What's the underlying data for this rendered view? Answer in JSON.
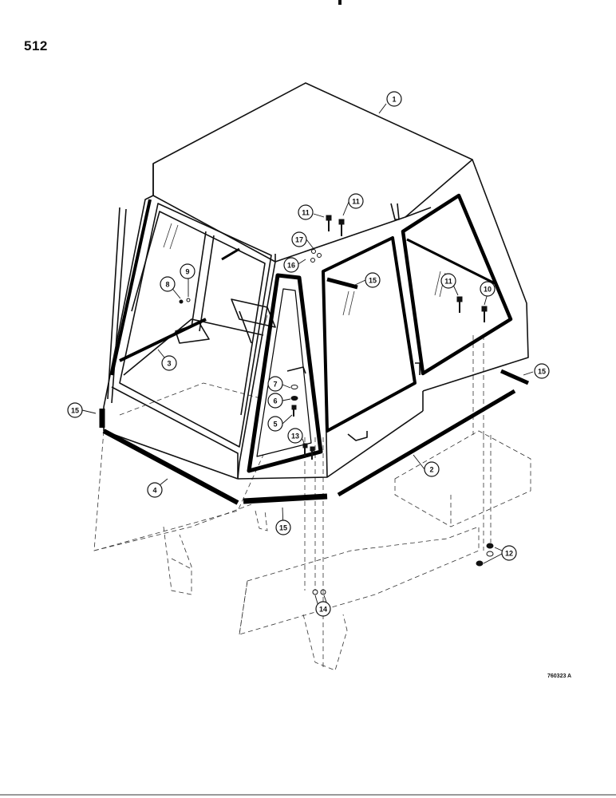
{
  "page": {
    "number": "512",
    "figure_code": "760323 A"
  },
  "callouts": [
    {
      "id": "c1",
      "label": "1"
    },
    {
      "id": "c2",
      "label": "2"
    },
    {
      "id": "c3",
      "label": "3"
    },
    {
      "id": "c4",
      "label": "4"
    },
    {
      "id": "c5",
      "label": "5"
    },
    {
      "id": "c6",
      "label": "6"
    },
    {
      "id": "c7",
      "label": "7"
    },
    {
      "id": "c8",
      "label": "8"
    },
    {
      "id": "c9",
      "label": "9"
    },
    {
      "id": "c10",
      "label": "10"
    },
    {
      "id": "c11a",
      "label": "11"
    },
    {
      "id": "c11b",
      "label": "11"
    },
    {
      "id": "c11c",
      "label": "11"
    },
    {
      "id": "c12",
      "label": "12"
    },
    {
      "id": "c13",
      "label": "13"
    },
    {
      "id": "c14",
      "label": "14"
    },
    {
      "id": "c15a",
      "label": "15"
    },
    {
      "id": "c15b",
      "label": "15"
    },
    {
      "id": "c15c",
      "label": "15"
    },
    {
      "id": "c15d",
      "label": "15"
    },
    {
      "id": "c16",
      "label": "16"
    },
    {
      "id": "c17",
      "label": "17"
    }
  ]
}
